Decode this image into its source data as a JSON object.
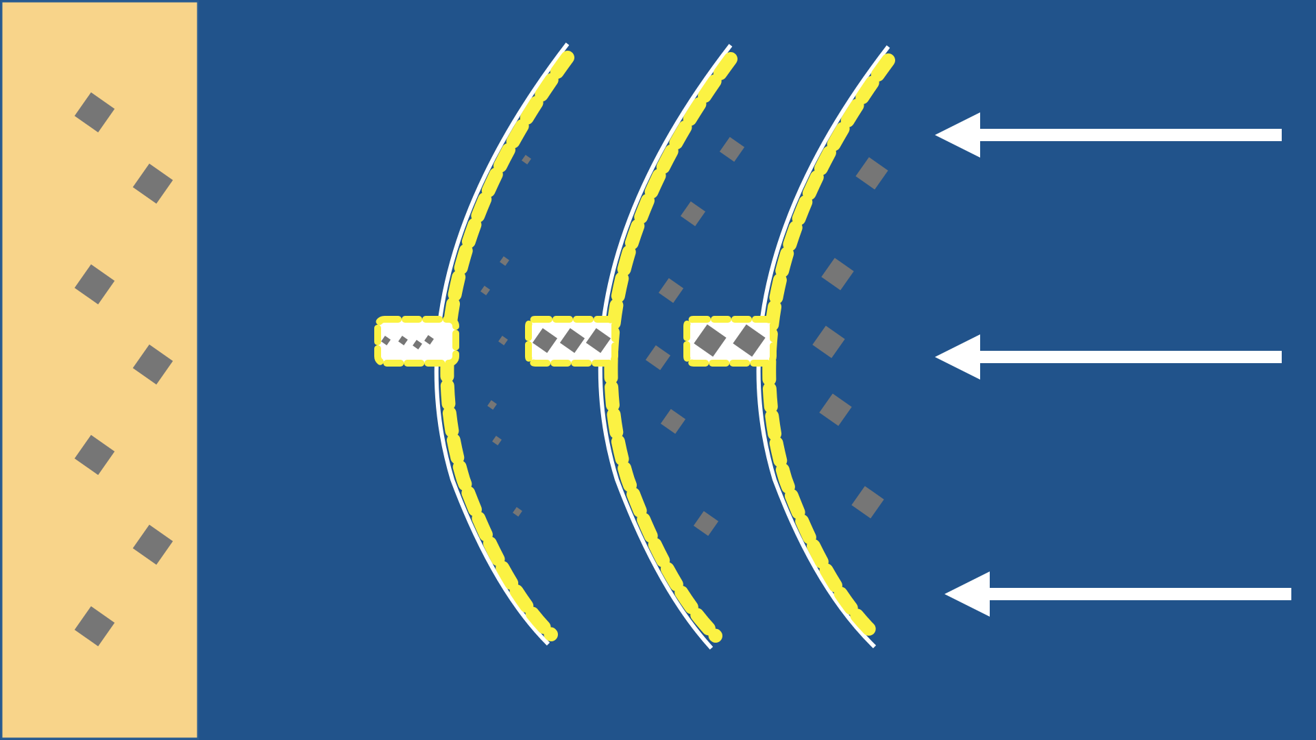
{
  "colors": {
    "ocean": "#21538b",
    "sand": "#f8d48a",
    "frame": "#2b5d91",
    "membrane": "#ffffff",
    "pore_outline": "#fbf243",
    "particle": "#767676",
    "flow_arrow": "#ffffff"
  },
  "diagram": {
    "description_type": "filtration-layers",
    "membrane_count": 3,
    "flow_arrow_count": 3,
    "flow_direction": "right-to-left",
    "sand_particle_count": 7
  }
}
